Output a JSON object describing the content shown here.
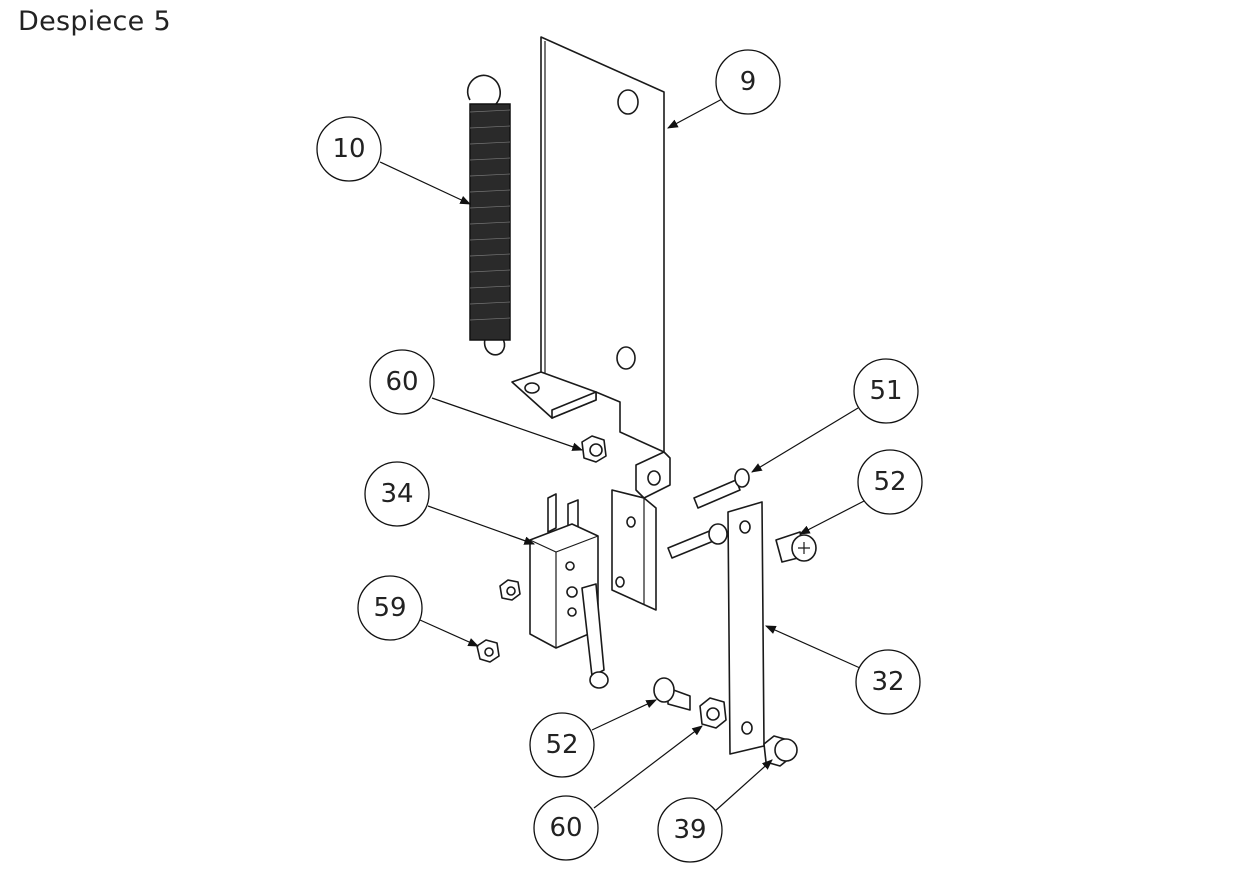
{
  "title": "Despiece 5",
  "balloons": [
    {
      "label": "9"
    },
    {
      "label": "10"
    },
    {
      "label": "60"
    },
    {
      "label": "51"
    },
    {
      "label": "52"
    },
    {
      "label": "34"
    },
    {
      "label": "59"
    },
    {
      "label": "32"
    },
    {
      "label": "52"
    },
    {
      "label": "60"
    },
    {
      "label": "39"
    }
  ]
}
